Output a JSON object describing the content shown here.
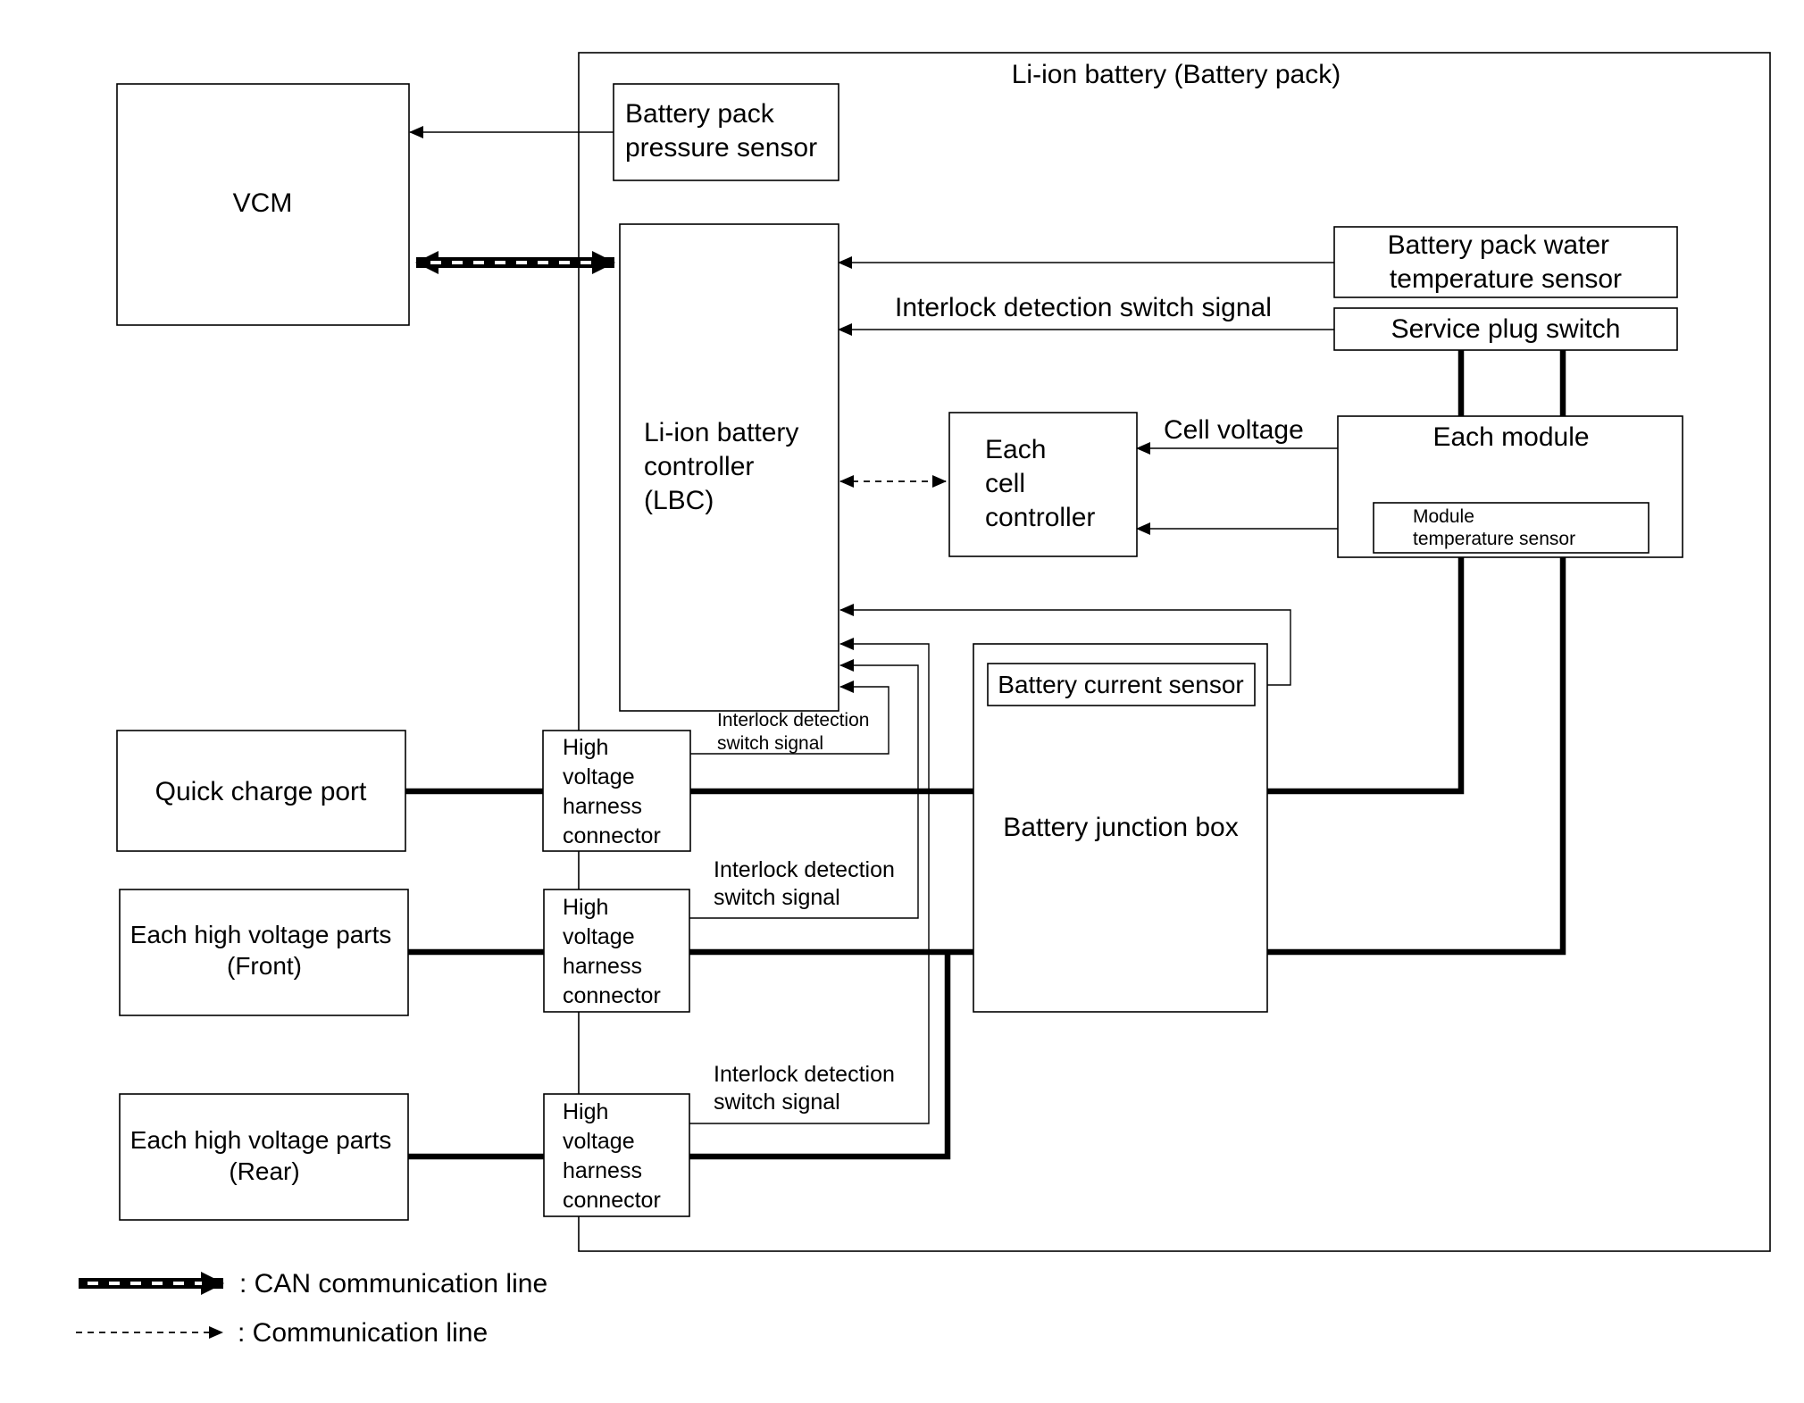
{
  "pack_title": "Li-ion battery (Battery pack)",
  "blocks": {
    "vcm": "VCM",
    "pressure_sensor": [
      "Battery pack",
      "pressure sensor"
    ],
    "lbc": [
      "Li-ion battery",
      "controller",
      " (LBC)"
    ],
    "water_temp_sensor": [
      "Battery pack water",
      "temperature sensor"
    ],
    "service_plug": "Service plug switch",
    "cell_controller": [
      "Each",
      "cell",
      "controller"
    ],
    "each_module": "Each module",
    "module_temp_sensor": [
      "Module",
      "temperature sensor"
    ],
    "current_sensor": "Battery current sensor",
    "junction_box": "Battery junction box",
    "quick_charge_port": "Quick charge port",
    "hv_parts_front": [
      "Each high voltage parts",
      "(Front)"
    ],
    "hv_parts_rear": [
      "Each high voltage parts",
      "(Rear)"
    ],
    "hv_connector": [
      "High",
      "voltage",
      "harness",
      "connector"
    ]
  },
  "signals": {
    "interlock_main": "Interlock detection switch signal",
    "cell_voltage": "Cell voltage",
    "interlock_small": [
      "Interlock detection",
      "switch signal"
    ]
  },
  "legend": {
    "can_line": ": CAN communication line",
    "comm_line": ": Communication line"
  }
}
